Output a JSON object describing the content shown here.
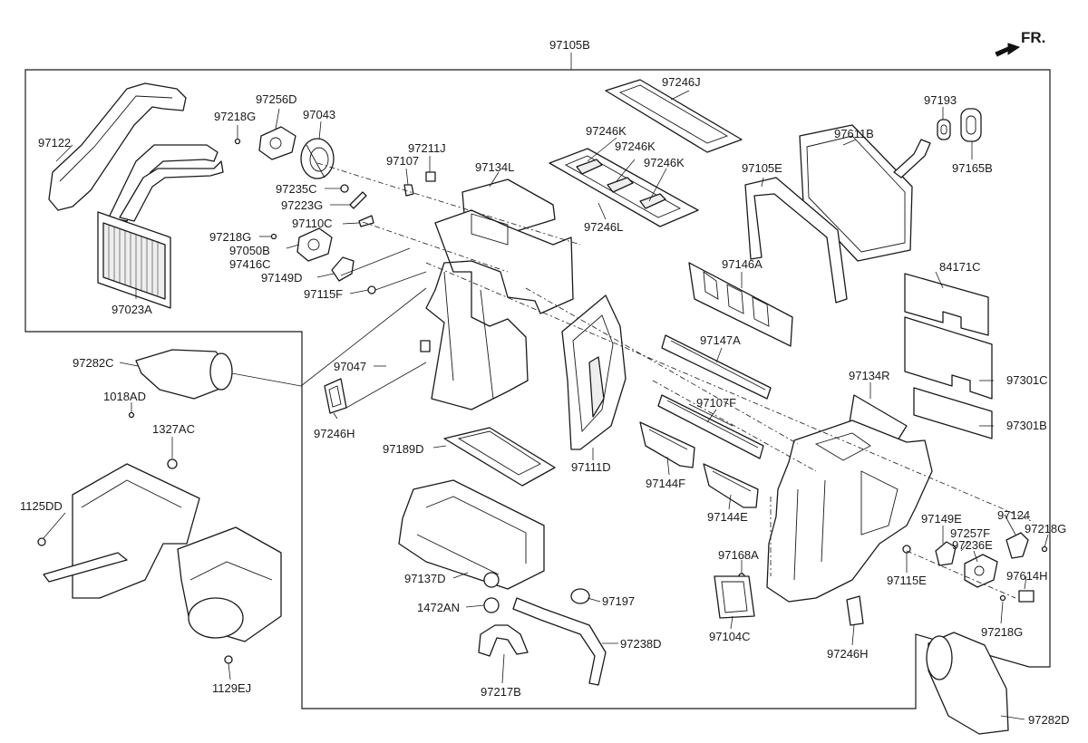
{
  "direction_label": "FR.",
  "labels": {
    "l97105B": "97105B",
    "l97122": "97122",
    "l97218G_a": "97218G",
    "l97256D": "97256D",
    "l97043": "97043",
    "l97211J": "97211J",
    "l97107": "97107",
    "l97134L": "97134L",
    "l97235C": "97235C",
    "l97223G": "97223G",
    "l97110C": "97110C",
    "l97218G_b": "97218G",
    "l97050B": "97050B",
    "l97416C": "97416C",
    "l97149D": "97149D",
    "l97115F": "97115F",
    "l97023A": "97023A",
    "l97246J": "97246J",
    "l97246K_a": "97246K",
    "l97246K_b": "97246K",
    "l97246K_c": "97246K",
    "l97246L": "97246L",
    "l97193": "97193",
    "l97611B": "97611B",
    "l97165B": "97165B",
    "l97105E": "97105E",
    "l97146A": "97146A",
    "l84171C": "84171C",
    "l97147A": "97147A",
    "l97301C": "97301C",
    "l97134R": "97134R",
    "l97107F": "97107F",
    "l97301B": "97301B",
    "l97282C": "97282C",
    "l1018AD": "1018AD",
    "l97047": "97047",
    "l97246H_a": "97246H",
    "l1327AC": "1327AC",
    "l97189D": "97189D",
    "l97111D": "97111D",
    "l97144F": "97144F",
    "l97144E": "97144E",
    "l1125DD": "1125DD",
    "l97124": "97124",
    "l97149E": "97149E",
    "l97218G_c": "97218G",
    "l97257F": "97257F",
    "l97236E": "97236E",
    "l97168A": "97168A",
    "l97115E": "97115E",
    "l97614H": "97614H",
    "l97137D": "97137D",
    "l97197": "97197",
    "l1472AN": "1472AN",
    "l97104C": "97104C",
    "l97246H_b": "97246H",
    "l97218G_d": "97218G",
    "l97238D": "97238D",
    "l1129EJ": "1129EJ",
    "l97217B": "97217B",
    "l97282D": "97282D"
  }
}
